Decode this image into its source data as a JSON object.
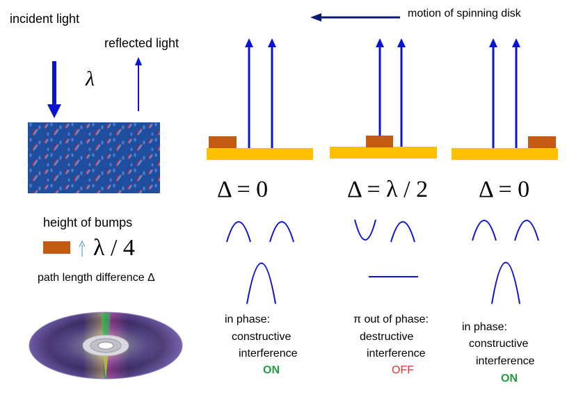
{
  "labels": {
    "incident_light": "incident light",
    "reflected_light": "reflected light",
    "lambda_symbol": "λ",
    "motion": "motion of spinning disk",
    "height_of_bumps": "height of bumps",
    "bump_height_value": "λ / 4",
    "path_length_difference": "path length difference Δ"
  },
  "cases": [
    {
      "delta": "Δ = 0",
      "line1": "in phase:",
      "line2": "constructive",
      "line3": "interference",
      "state": "ON"
    },
    {
      "delta": "Δ = λ / 2",
      "line1": "π out of phase:",
      "line2": "destructive",
      "line3": "interference",
      "state": "OFF"
    },
    {
      "delta": "Δ = 0",
      "line1": "in phase:",
      "line2": "constructive",
      "line3": "interference",
      "state": "ON"
    }
  ],
  "colors": {
    "arrow_blue": "#0a14d2",
    "dark_navy_arrow": "#0e1a6e",
    "substrate_yellow": "#ffc000",
    "bump_orange": "#c55a11",
    "on_green": "#1f9e3c",
    "off_red": "#e53030",
    "thin_arrow": "#5b9bd5",
    "cd_surface": "#1f4e9e"
  }
}
